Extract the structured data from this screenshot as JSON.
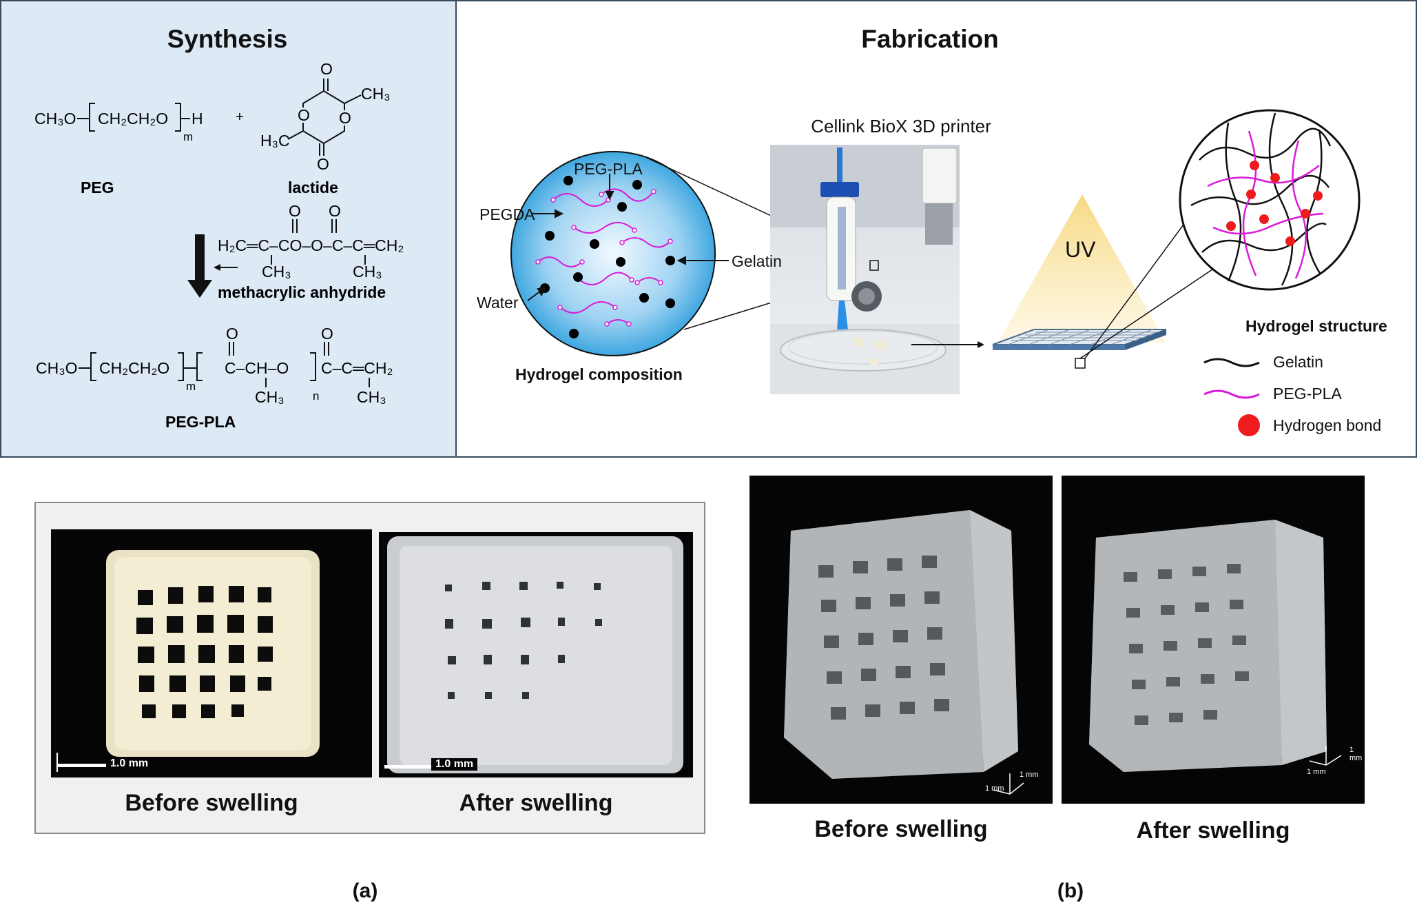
{
  "synthesis": {
    "title": "Synthesis",
    "peg_formula": "CH₃O",
    "peg_repeat": "CH₂CH₂O",
    "peg_end": "H",
    "peg_sub": "m",
    "plus": "+",
    "lactide_ch3_top": "CH₃",
    "lactide_ch3_bottom": "H₃C",
    "peg_label": "PEG",
    "lactide_label": "lactide",
    "anhydride_formula": "H₂C═C–CO–O–C–C═CH₂",
    "anhydride_ch3_left": "CH₃",
    "anhydride_ch3_right": "CH₃",
    "anhydride_label": "methacrylic anhydride",
    "product_start": "CH₃O",
    "product_repeat1": "CH₂CH₂O",
    "product_sub_m": "m",
    "product_repeat2": "C–CH–O",
    "product_sub_n": "n",
    "product_end": "C–C═CH₂",
    "product_ch3_1": "CH₃",
    "product_ch3_2": "CH₃",
    "product_label": "PEG-PLA",
    "oxygen": "O"
  },
  "fabrication": {
    "title": "Fabrication",
    "printer_label": "Cellink  BioX  3D printer",
    "composition_label": "Hydrogel composition",
    "peg_pla": "PEG-PLA",
    "pegda": "PEGDA",
    "gelatin": "Gelatin",
    "water": "Water",
    "uv": "UV",
    "structure_label": "Hydrogel structure",
    "legend": [
      {
        "label": "Gelatin",
        "color": "#111111"
      },
      {
        "label": "PEG-PLA",
        "color": "#d81bd8"
      },
      {
        "label": "Hydrogen bond",
        "color": "#ee1c1c"
      }
    ]
  },
  "panel_a": {
    "before": "Before swelling",
    "after": "After swelling",
    "scale_before": "1.0 mm",
    "scale_after": "1.0 mm",
    "tag": "(a)"
  },
  "panel_b": {
    "before": "Before swelling",
    "after": "After swelling",
    "axis_unit": "1 mm",
    "tag": "(b)"
  }
}
